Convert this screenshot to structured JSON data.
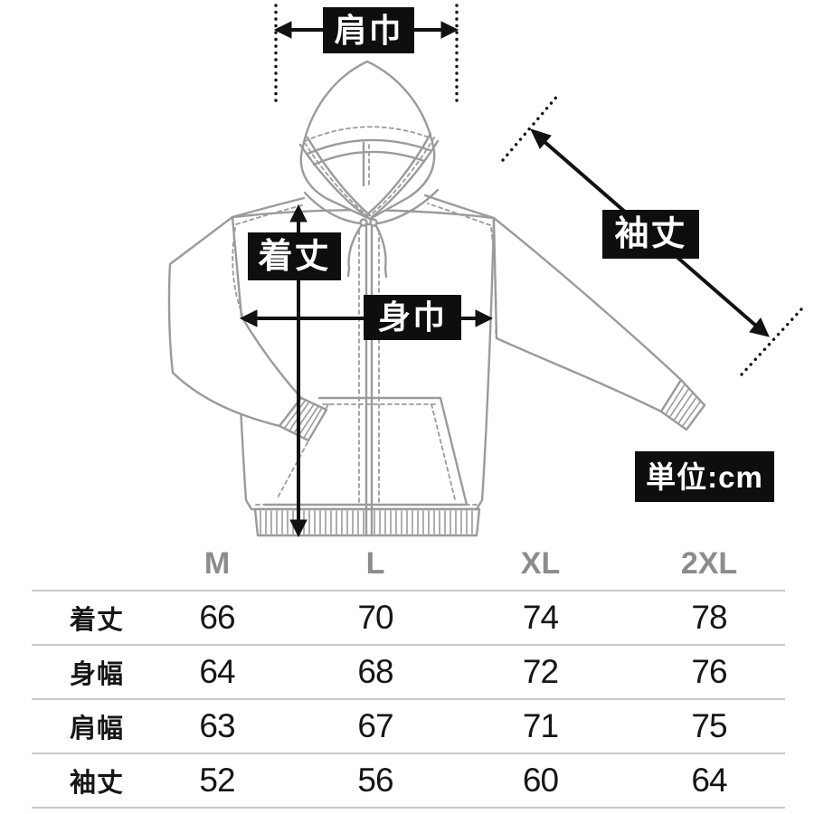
{
  "diagram": {
    "annotations": {
      "shoulder_width": "肩巾",
      "garment_length": "着丈",
      "body_width": "身巾",
      "sleeve_length": "袖丈",
      "unit": "単位:cm"
    },
    "colors": {
      "label_bg": "#0e0e0e",
      "label_text": "#ffffff",
      "line_art": "#9b9b9b",
      "arrow": "#121212"
    }
  },
  "chart_data": {
    "type": "table",
    "unit": "cm",
    "columns": [
      "M",
      "L",
      "XL",
      "2XL"
    ],
    "rows": [
      {
        "label": "着丈",
        "values": [
          66,
          70,
          74,
          78
        ]
      },
      {
        "label": "身幅",
        "values": [
          64,
          68,
          72,
          76
        ]
      },
      {
        "label": "肩幅",
        "values": [
          63,
          67,
          71,
          75
        ]
      },
      {
        "label": "袖丈",
        "values": [
          52,
          56,
          60,
          64
        ]
      }
    ],
    "header_color": "#8c8c8c",
    "text_color": "#161616",
    "divider_color": "#c9c9c9"
  }
}
